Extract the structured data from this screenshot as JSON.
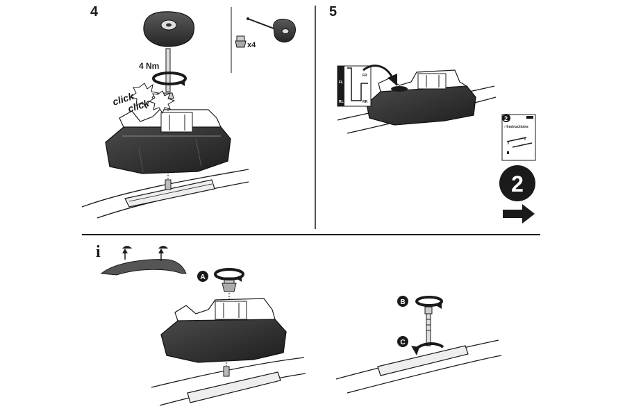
{
  "steps": {
    "step4": "4",
    "step5": "5",
    "info": "i"
  },
  "step4": {
    "torque_label": "4 Nm",
    "click1": "click",
    "click2": "click",
    "qty_label": "x4"
  },
  "step5": {
    "booklet_label": "› Instructions",
    "booklet_number": "2",
    "next_number": "2",
    "rail_labels": [
      "FL",
      "FR",
      "RL",
      "RR"
    ]
  },
  "info": {
    "marker_a": "A",
    "marker_b": "B",
    "marker_c": "C"
  },
  "colors": {
    "line": "#1a1a1a",
    "fill_dark": "#333333",
    "fill_mid": "#666666",
    "fill_light": "#e6e6e6"
  }
}
